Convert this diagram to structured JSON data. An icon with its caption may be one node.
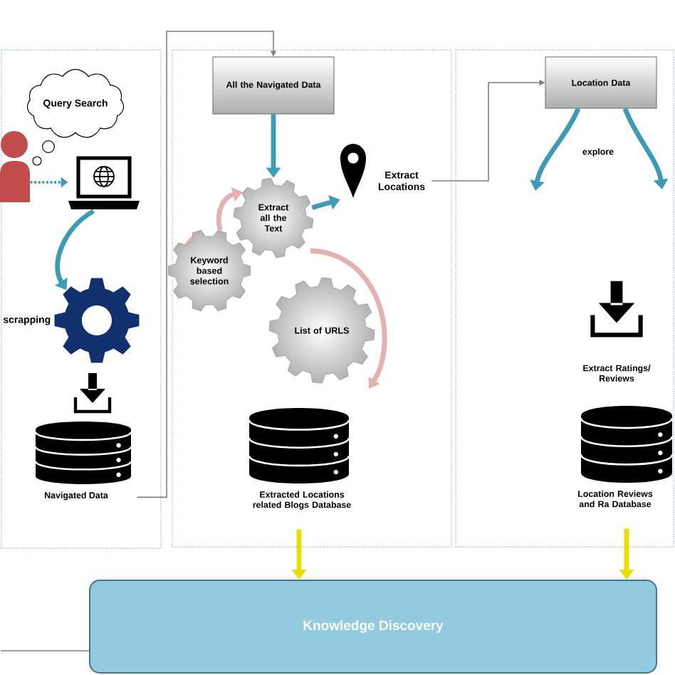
{
  "diagram": {
    "nodes": [
      {
        "text": [],
        "shape": "box"
      },
      {
        "text": [
          "Query Search"
        ],
        "in": 0
      },
      {
        "text": [],
        "shape": "person",
        "in": 0
      },
      {
        "text": [],
        "shape": "picture",
        "in": 0
      },
      {
        "text": [],
        "shape": "gear",
        "beside": [
          "scrapping"
        ],
        "in": 0
      },
      {
        "text": [],
        "shape": "cylinder",
        "beside": [
          "Navigated Data"
        ],
        "in": 0
      },
      {
        "text": [],
        "shape": "box"
      },
      {
        "text": [
          "All the Navigated Data"
        ],
        "in": 6
      },
      {
        "text": [
          "Extract all the Text"
        ],
        "in": 6
      },
      {
        "text": [
          "Keyword based selection"
        ],
        "in": 6
      },
      {
        "text": [
          "List of URLS"
        ],
        "in": 6
      },
      {
        "text": [],
        "shape": "picture",
        "in": 6
      },
      {
        "text": [
          "Extract Locations"
        ],
        "in": 6
      },
      {
        "text": [],
        "shape": "cylinder",
        "beside": [
          "Extracted Locations related Blogs Database"
        ],
        "in": 6
      },
      {
        "text": [],
        "shape": "box"
      },
      {
        "text": [
          "Location Data"
        ],
        "in": 14
      },
      {
        "text": [],
        "shape": "cylinder",
        "beside": [
          "Location Reviews and Ra Database"
        ],
        "in": 14
      },
      {
        "text": [
          "Knowledge Discovery"
        ]
      }
    ],
    "edges": [
      {
        "from": 2,
        "to": 3,
        "arrow": "to",
        "style": "dashed"
      },
      {
        "from": 3,
        "to": 4,
        "arrow": "to"
      },
      {
        "from": 5,
        "to": 7,
        "arrow": "to",
        "color": "#7f7f7f"
      },
      {
        "from": 7,
        "to": 8,
        "arrow": "to"
      },
      {
        "from": 8,
        "to": 11,
        "arrow": "to"
      },
      {
        "from": 12,
        "to": 15,
        "arrow": "to",
        "color": "#7f7f7f"
      },
      {
        "from": 15,
        "to": null,
        "arrow": "to"
      },
      {
        "from": 15,
        "to": null,
        "arrow": "to"
      },
      {
        "from": 13,
        "to": 17,
        "arrow": "to",
        "color": "#e8df00"
      },
      {
        "from": 16,
        "to": 17,
        "arrow": "to",
        "color": "#e8df00"
      },
      {
        "from": null,
        "to": 17,
        "arrow": "none",
        "color": "#7f7f7f"
      },
      {
        "from": 9,
        "to": 8,
        "arrow": "to",
        "color": "#e3b1b1"
      }
    ],
    "labels": [
      "explore",
      "Extract Ratings/ Reviews"
    ]
  }
}
